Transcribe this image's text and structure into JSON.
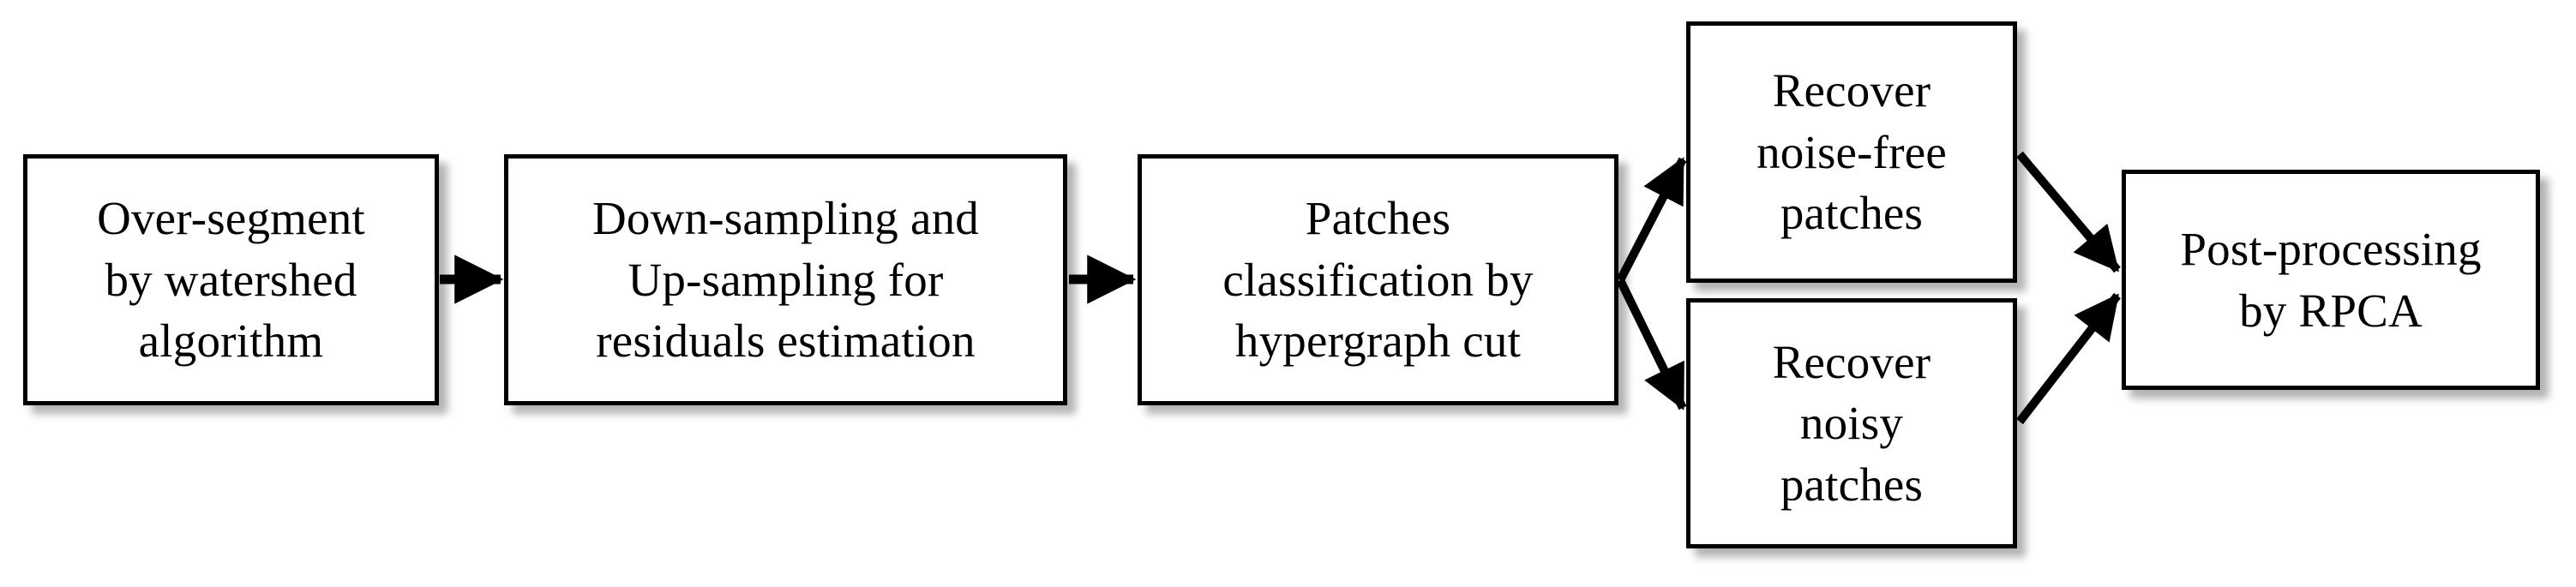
{
  "diagram": {
    "title": "Image denoising pipeline flowchart",
    "type": "flowchart",
    "direction": "left-to-right",
    "style": {
      "node_fill": "#ffffff",
      "node_border": "#000000",
      "edge_color": "#000000",
      "shadow_color": "#4d4d4d",
      "background": "#ffffff"
    },
    "nodes": [
      {
        "id": "over-segment",
        "label": "Over-segment\nby  watershed\nalgorithm",
        "shape": "rectangle"
      },
      {
        "id": "down-up-sampling",
        "label": "Down-sampling and\nUp-sampling for\nresiduals estimation",
        "shape": "rectangle"
      },
      {
        "id": "patches-classification",
        "label": "Patches\nclassification  by\nhypergraph cut",
        "shape": "rectangle"
      },
      {
        "id": "recover-noise-free",
        "label": "Recover\nnoise-free\npatches",
        "shape": "rectangle"
      },
      {
        "id": "recover-noisy",
        "label": "Recover\nnoisy\npatches",
        "shape": "rectangle"
      },
      {
        "id": "post-processing",
        "label": "Post-processing\nby RPCA",
        "shape": "rectangle"
      }
    ],
    "edges": [
      {
        "id": "e1",
        "from": "over-segment",
        "to": "down-up-sampling",
        "style": "straight-arrow"
      },
      {
        "id": "e2",
        "from": "down-up-sampling",
        "to": "patches-classification",
        "style": "straight-arrow"
      },
      {
        "id": "e3",
        "from": "patches-classification",
        "to": "recover-noise-free",
        "style": "diagonal-arrow-up"
      },
      {
        "id": "e4",
        "from": "patches-classification",
        "to": "recover-noisy",
        "style": "diagonal-arrow-down"
      },
      {
        "id": "e5",
        "from": "recover-noise-free",
        "to": "post-processing",
        "style": "diagonal-arrow-down"
      },
      {
        "id": "e6",
        "from": "recover-noisy",
        "to": "post-processing",
        "style": "diagonal-arrow-up"
      }
    ]
  }
}
